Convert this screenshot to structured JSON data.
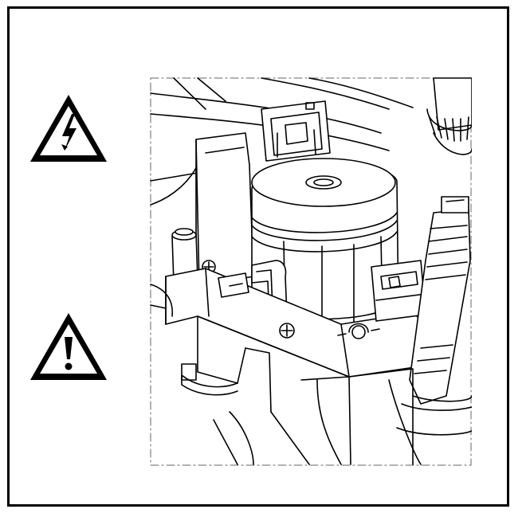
{
  "figure": {
    "frame_color": "#000000",
    "background": "#ffffff"
  },
  "icons": [
    {
      "name": "electric-hazard-icon",
      "symbol": "lightning-bolt-in-triangle"
    },
    {
      "name": "general-warning-icon",
      "symbol": "exclamation-in-triangle"
    }
  ],
  "illustration": {
    "subject": "motor-unit-with-connectors",
    "style": "line-drawing",
    "border_style": "dash-dot"
  }
}
